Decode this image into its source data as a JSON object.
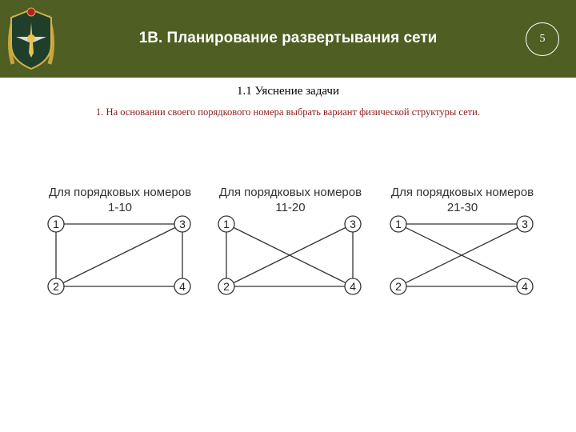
{
  "header": {
    "title": "1В. Планирование развертывания сети",
    "page_number": "5",
    "background": "#4f5e22",
    "emblem_icon": "military-emblem-icon"
  },
  "subtitle": "1.1 Уяснение задачи",
  "task_text": "1. На основании своего порядкового номера выбрать вариант физической структуры сети.",
  "topologies": [
    {
      "label_line1": "Для порядковых номеров",
      "label_line2": "1-10",
      "nodes": [
        "1",
        "2",
        "3",
        "4"
      ],
      "edges": [
        [
          "1",
          "3"
        ],
        [
          "1",
          "2"
        ],
        [
          "3",
          "4"
        ],
        [
          "2",
          "4"
        ],
        [
          "2",
          "3"
        ]
      ]
    },
    {
      "label_line1": "Для порядковых номеров",
      "label_line2": "11-20",
      "nodes": [
        "1",
        "2",
        "3",
        "4"
      ],
      "edges": [
        [
          "1",
          "2"
        ],
        [
          "3",
          "4"
        ],
        [
          "2",
          "4"
        ],
        [
          "1",
          "4"
        ],
        [
          "2",
          "3"
        ]
      ]
    },
    {
      "label_line1": "Для порядковых номеров",
      "label_line2": "21-30",
      "nodes": [
        "1",
        "2",
        "3",
        "4"
      ],
      "edges": [
        [
          "1",
          "3"
        ],
        [
          "2",
          "4"
        ],
        [
          "1",
          "4"
        ],
        [
          "2",
          "3"
        ]
      ]
    }
  ]
}
